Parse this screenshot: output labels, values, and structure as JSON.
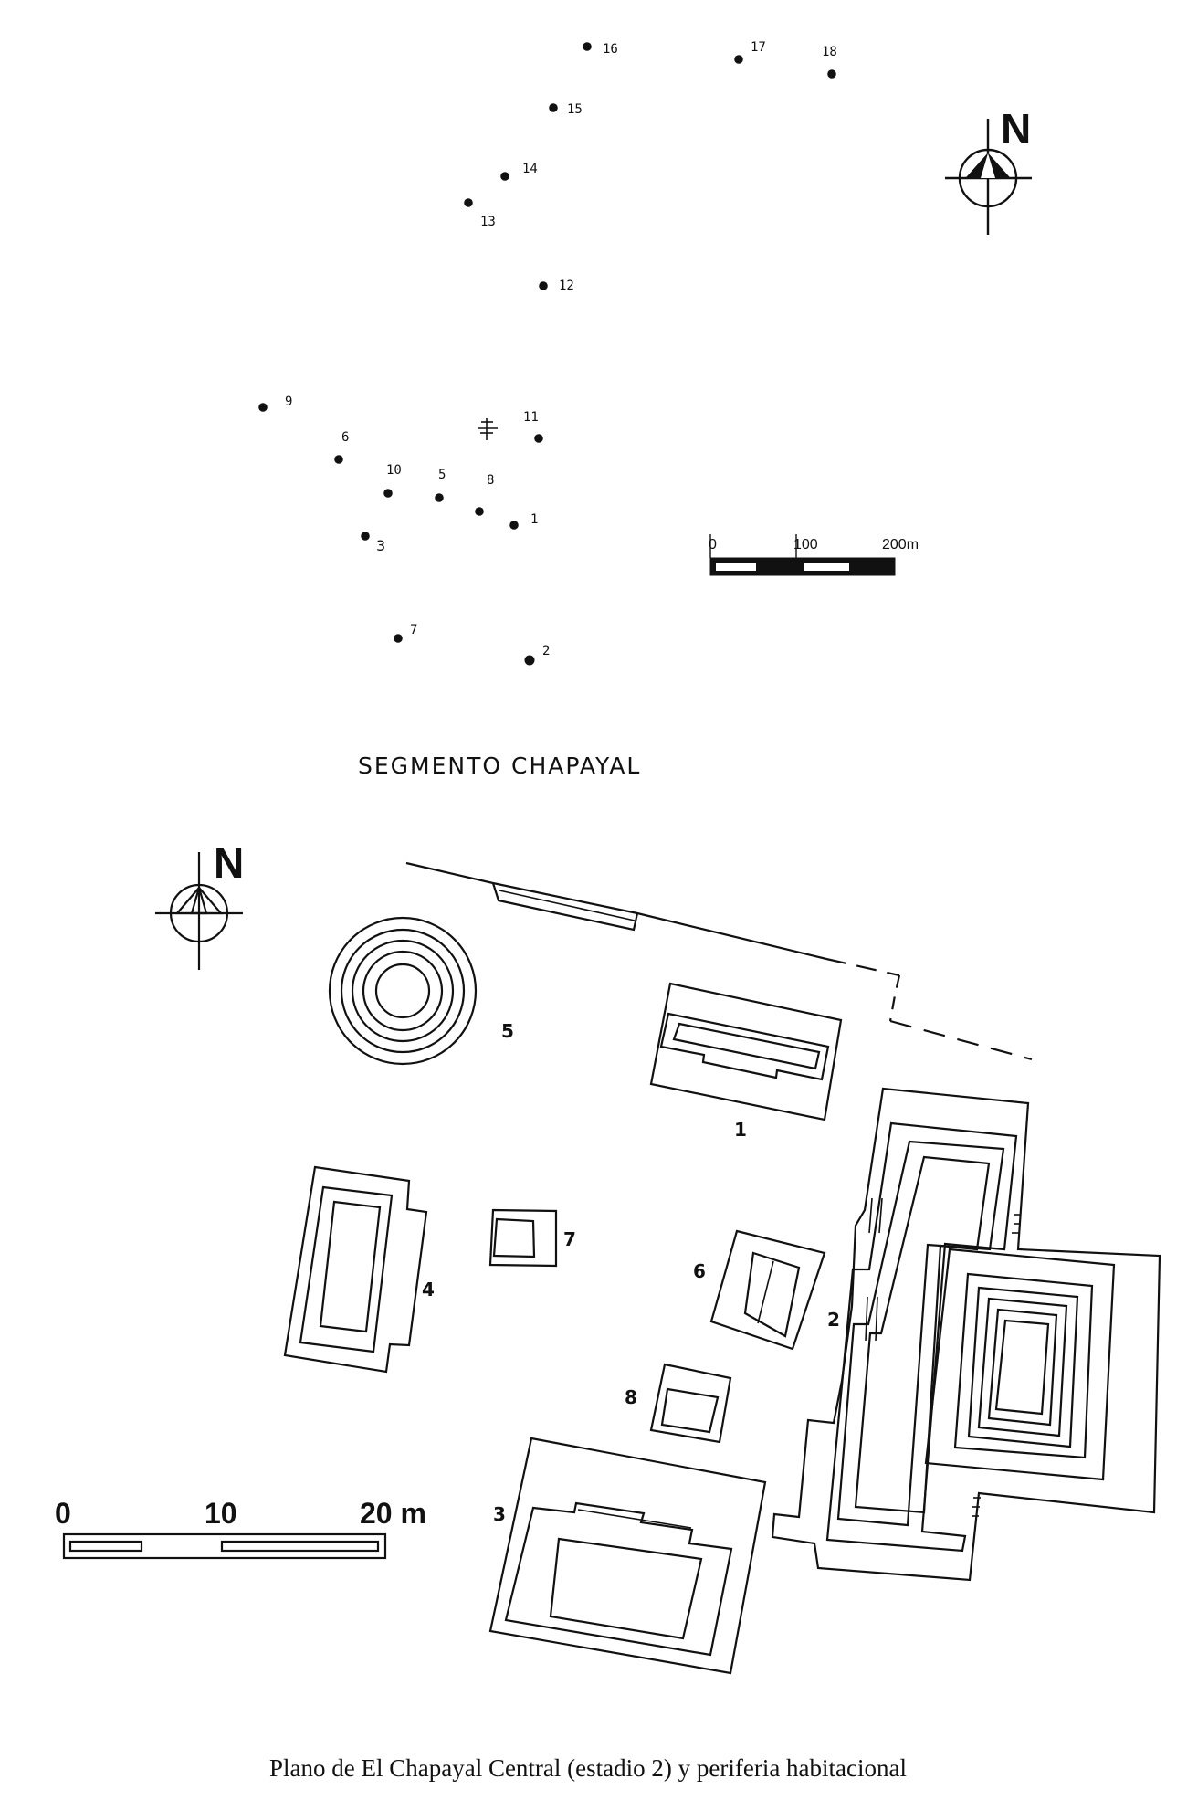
{
  "top_map": {
    "title": "SEGMENTO CHAPAYAL",
    "north_label": "N",
    "scale": {
      "labels": [
        "0",
        "100",
        "200m"
      ]
    },
    "sites": [
      {
        "id": "1",
        "label": "1"
      },
      {
        "id": "2",
        "label": "2"
      },
      {
        "id": "3",
        "label": "3"
      },
      {
        "id": "5",
        "label": "5"
      },
      {
        "id": "6",
        "label": "6"
      },
      {
        "id": "7",
        "label": "7"
      },
      {
        "id": "8",
        "label": "8"
      },
      {
        "id": "9",
        "label": "9"
      },
      {
        "id": "10",
        "label": "10"
      },
      {
        "id": "11",
        "label": "11"
      },
      {
        "id": "12",
        "label": "12"
      },
      {
        "id": "13",
        "label": "13"
      },
      {
        "id": "14",
        "label": "14"
      },
      {
        "id": "15",
        "label": "15"
      },
      {
        "id": "16",
        "label": "16"
      },
      {
        "id": "17",
        "label": "17"
      },
      {
        "id": "18",
        "label": "18"
      }
    ]
  },
  "bottom_plan": {
    "north_label": "N",
    "scale": {
      "labels": [
        "0",
        "10",
        "20 m"
      ]
    },
    "structures": [
      {
        "id": "1",
        "label": "1"
      },
      {
        "id": "2",
        "label": "2"
      },
      {
        "id": "3",
        "label": "3"
      },
      {
        "id": "4",
        "label": "4"
      },
      {
        "id": "5",
        "label": "5"
      },
      {
        "id": "6",
        "label": "6"
      },
      {
        "id": "7",
        "label": "7"
      },
      {
        "id": "8",
        "label": "8"
      }
    ]
  },
  "caption": "Plano de El Chapayal Central (estadio 2) y periferia habitacional",
  "colors": {
    "ink": "#111111",
    "paper": "#ffffff"
  }
}
